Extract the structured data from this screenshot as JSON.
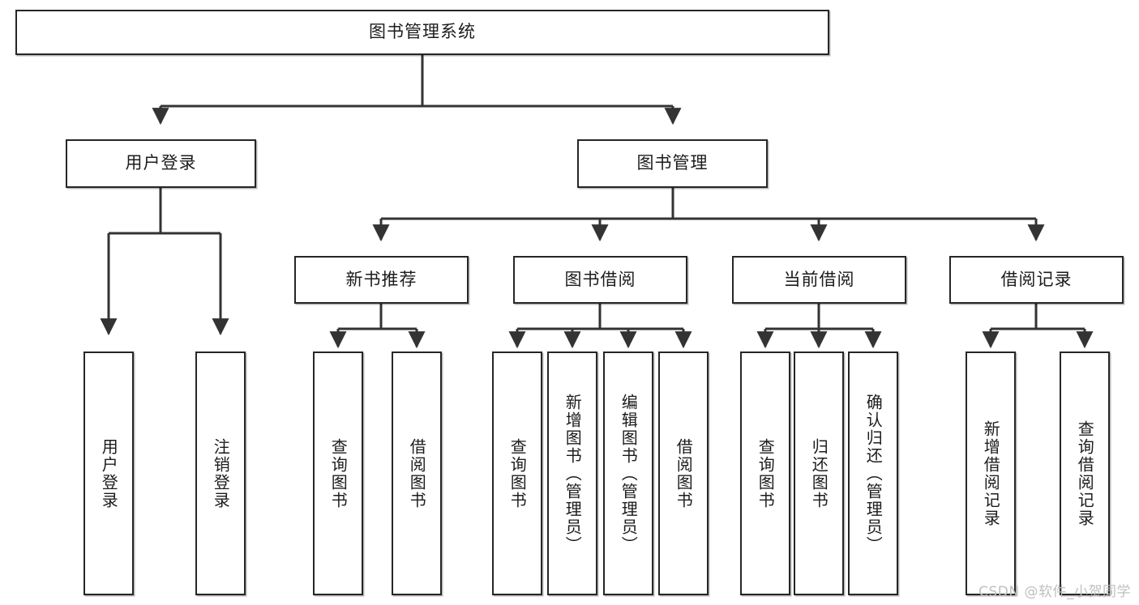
{
  "diagram": {
    "title": "图书管理系统",
    "type": "tree",
    "watermark": "CSDN @软件_小贺同学",
    "colors": {
      "border": "#262626",
      "text": "#1c1c1c",
      "background": "#ffffff",
      "watermark": "#bfbfbf"
    },
    "root": {
      "label": "图书管理系统"
    },
    "level2": [
      {
        "id": "user-login",
        "label": "用户登录"
      },
      {
        "id": "book-manage",
        "label": "图书管理"
      }
    ],
    "level3": [
      {
        "id": "new-book-recommend",
        "label": "新书推荐"
      },
      {
        "id": "book-borrow",
        "label": "图书借阅"
      },
      {
        "id": "current-borrow",
        "label": "当前借阅"
      },
      {
        "id": "borrow-record",
        "label": "借阅记录"
      }
    ],
    "leaves": {
      "user_login": [
        {
          "id": "leaf-user-login",
          "label": "用户登录"
        },
        {
          "id": "leaf-logout-login",
          "label": "注销登录"
        }
      ],
      "new_book_recommend": [
        {
          "id": "leaf-query-book-1",
          "label": "查询图书"
        },
        {
          "id": "leaf-borrow-book-1",
          "label": "借阅图书"
        }
      ],
      "book_borrow": [
        {
          "id": "leaf-query-book-2",
          "label": "查询图书"
        },
        {
          "id": "leaf-add-book",
          "label": "新增图书（管理员）"
        },
        {
          "id": "leaf-edit-book",
          "label": "编辑图书（管理员）"
        },
        {
          "id": "leaf-borrow-book-2",
          "label": "借阅图书"
        }
      ],
      "current_borrow": [
        {
          "id": "leaf-query-book-3",
          "label": "查询图书"
        },
        {
          "id": "leaf-return-book",
          "label": "归还图书"
        },
        {
          "id": "leaf-confirm-return",
          "label": "确认归还（管理员）"
        }
      ],
      "borrow_record": [
        {
          "id": "leaf-add-record",
          "label": "新增借阅记录"
        },
        {
          "id": "leaf-query-record",
          "label": "查询借阅记录"
        }
      ]
    }
  }
}
